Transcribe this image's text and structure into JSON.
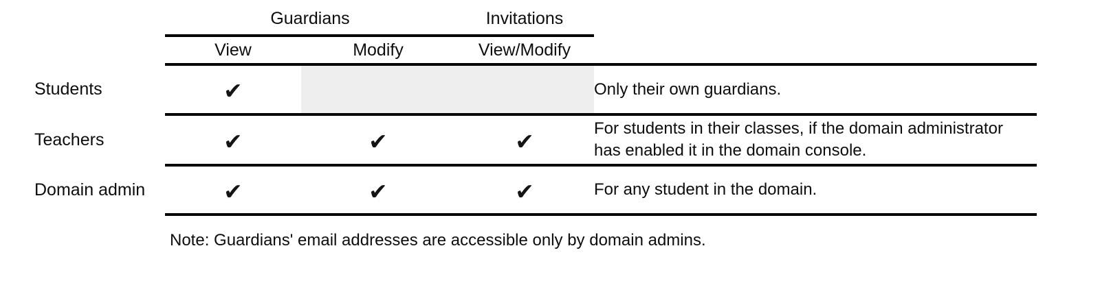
{
  "figure": {
    "title": "Guardian permissions table",
    "note": "Note: Guardians' email addresses are accessible only by domain admins.",
    "shaded_color": "#eeeeee",
    "rule_color": "#000000",
    "check_glyph": "✔"
  },
  "table": {
    "group_headers": [
      {
        "label": "Guardians",
        "spans": [
          "View",
          "Modify"
        ]
      },
      {
        "label": "Invitations",
        "spans": [
          "View/Modify"
        ]
      }
    ],
    "column_headers": {
      "role": "",
      "guardians_view": "View",
      "guardians_modify": "Modify",
      "invitations_view_modify": "View/Modify",
      "notes": ""
    },
    "rows": [
      {
        "role": "Students",
        "guardians_view": "✔",
        "guardians_modify": "",
        "guardians_modify_shaded": true,
        "invitations_view_modify": "",
        "invitations_shaded": true,
        "notes": [
          "Only their own guardians."
        ]
      },
      {
        "role": "Teachers",
        "guardians_view": "✔",
        "guardians_modify": "✔",
        "guardians_modify_shaded": false,
        "invitations_view_modify": "✔",
        "invitations_shaded": false,
        "notes": [
          "For students in their classes, if the domain administrator",
          "has enabled it in the domain console."
        ]
      },
      {
        "role": "Domain admin",
        "guardians_view": "✔",
        "guardians_modify": "✔",
        "guardians_modify_shaded": false,
        "invitations_view_modify": "✔",
        "invitations_shaded": false,
        "notes": [
          "For any student in the domain."
        ]
      }
    ]
  }
}
